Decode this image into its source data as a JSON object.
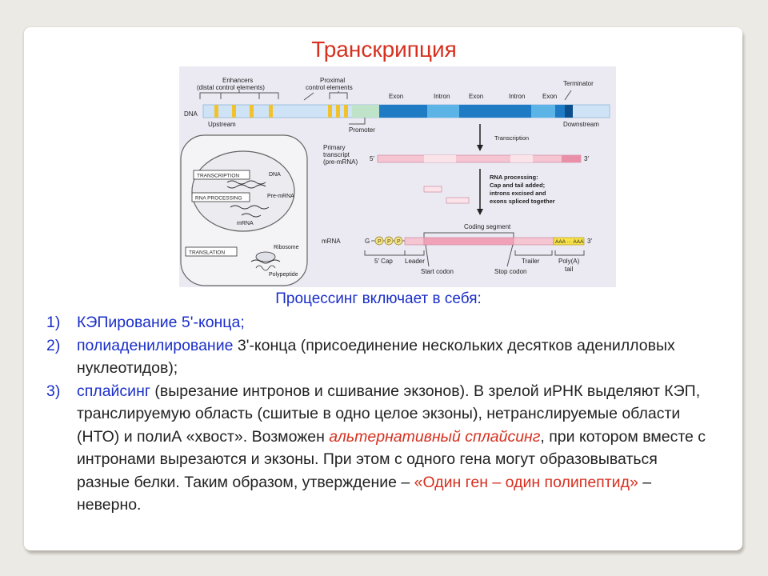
{
  "slide": {
    "title": "Транскрипция",
    "subtitle": "Процессинг включает в себя:"
  },
  "figure": {
    "labels": {
      "enhancers": "Enhancers",
      "distal": "(distal control elements)",
      "proximal": "Proximal",
      "proximal2": "control elements",
      "dna": "DNA",
      "upstream": "Upstream",
      "promoter": "Promoter",
      "exon1": "Exon",
      "intron1": "Intron",
      "exon2": "Exon",
      "intron2": "Intron",
      "exon3": "Exon",
      "terminator": "Terminator",
      "downstream": "Downstream",
      "transcription": "Transcription",
      "primary": "Primary",
      "transcript": "transcript",
      "premrna": "(pre-mRNA)",
      "five": "5′",
      "three": "3′",
      "rnaproc": "RNA processing:",
      "rnaproc2": "Cap and tail added;",
      "rnaproc3": "introns excised and",
      "rnaproc4": "exons spliced together",
      "coding": "Coding segment",
      "mrna": "mRNA",
      "g": "G",
      "p": "P",
      "aaa": "AAA ··· AAA",
      "five_prime_cap": "5′ Cap",
      "leader": "Leader",
      "start_codon": "Start codon",
      "stop_codon": "Stop codon",
      "trailer": "Trailer",
      "polya": "Poly(A)",
      "tail": "tail",
      "cell_transcription": "TRANSCRIPTION",
      "cell_dna": "DNA",
      "cell_rnaproc": "RNA PROCESSING",
      "cell_premrna": "Pre-mRNA",
      "cell_mrna": "mRNA",
      "cell_translation": "TRANSLATION",
      "cell_ribosome": "Ribosome",
      "cell_polypeptide": "Polypeptide"
    }
  },
  "list": {
    "i1_num": "1)",
    "i1_a": "КЭПирование 5'-конца;",
    "i2_num": "2)",
    "i2_a": "полиаденилирование",
    "i2_b": " 3'-конца (присоединение нескольких десятков аденилловых нуклеотидов);",
    "i3_num": "3)",
    "i3_a": "сплайсинг",
    "i3_b": " (вырезание интронов и сшивание экзонов). В зрелой иРНК выделяют КЭП, транслируемую область (сшитые в одно целое экзоны), нетранслируемые области (НТО) и полиА «хвост». Возможен ",
    "i3_c": "альтернативный сплайсинг",
    "i3_d": ", при котором вместе с интронами вырезаются и экзоны. При этом с одного гена могут образовываться разные белки.  Таким образом, утверждение – ",
    "i3_e": "«Один ген – один полипептид»",
    "i3_f": " – неверно."
  }
}
